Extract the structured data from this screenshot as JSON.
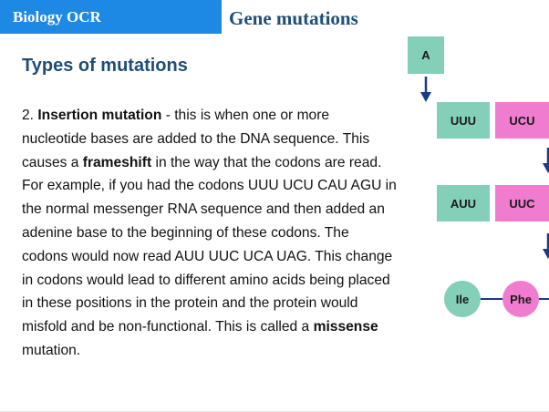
{
  "header": {
    "subject": "Biology OCR",
    "title": "Gene mutations"
  },
  "section": {
    "heading": "Types of mutations"
  },
  "paragraph": {
    "number": "2. ",
    "term": "Insertion mutation",
    "text1": " - this is when one or more nucleotide bases are added to the DNA sequence. This causes a ",
    "frameshift": "frameshift",
    "text2": " in the way that the codons are read. For example, if you had the codons UUU UCU CAU AGU in the normal messenger RNA sequence and then added an adenine base to the beginning of these codons. The codons would now read AUU UUC UCA UAG. This change in codons would lead to different amino acids being placed in these positions in the protein and the protein would misfold and be non-functional. This is called a ",
    "missense": "missense",
    "text3": " mutation."
  },
  "diagram": {
    "inserted_base": "A",
    "original_codons": [
      "UUU",
      "UCU"
    ],
    "mutated_codons": [
      "AUU",
      "UUC"
    ],
    "amino_acids": [
      "Ile",
      "Phe"
    ],
    "colors": {
      "teal": "#84cfb8",
      "pink": "#f07cd0",
      "arrow": "#1a3a8a",
      "header_blue": "#1e88e5",
      "title_navy": "#1f4e79"
    }
  }
}
